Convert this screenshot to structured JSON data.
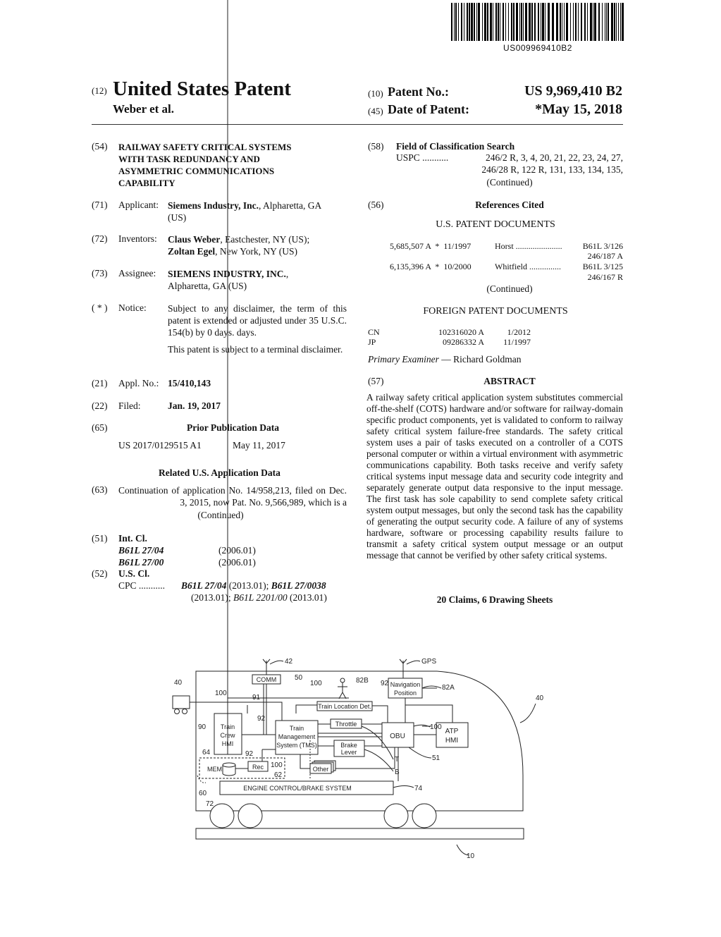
{
  "barcode": {
    "number": "US009969410B2"
  },
  "header": {
    "code12": "(12)",
    "title": "United States Patent",
    "authors": "Weber et al.",
    "code10": "(10)",
    "patent_no_label": "Patent No.:",
    "patent_no": "US 9,969,410 B2",
    "code45": "(45)",
    "date_label": "Date of Patent:",
    "date": "*May 15, 2018"
  },
  "left": {
    "f54": {
      "code": "(54)",
      "lines": [
        "RAILWAY SAFETY CRITICAL SYSTEMS",
        "WITH TASK REDUNDANCY AND",
        "ASYMMETRIC COMMUNICATIONS",
        "CAPABILITY"
      ]
    },
    "f71": {
      "code": "(71)",
      "label": "Applicant:",
      "name": "Siemens Industry, Inc.",
      "rest": ", Alpharetta, GA",
      "line2": "(US)"
    },
    "f72": {
      "code": "(72)",
      "label": "Inventors:",
      "name1": "Claus Weber",
      "rest1": ", Eastchester, NY (US);",
      "name2": "Zoltan Egel",
      "rest2": ", New York, NY (US)"
    },
    "f73": {
      "code": "(73)",
      "label": "Assignee:",
      "name": "SIEMENS INDUSTRY, INC.",
      "line2": "Alpharetta, GA (US)"
    },
    "notice": {
      "code": "( * )",
      "label": "Notice:",
      "p1": "Subject to any disclaimer, the term of this patent is extended or adjusted under 35 U.S.C. 154(b) by 0 days. days.",
      "p2": "This patent is subject to a terminal disclaimer."
    },
    "f21": {
      "code": "(21)",
      "label": "Appl. No.:",
      "value": "15/410,143"
    },
    "f22": {
      "code": "(22)",
      "label": "Filed:",
      "value": "Jan. 19, 2017"
    },
    "f65": {
      "code": "(65)",
      "heading": "Prior Publication Data",
      "pub": "US 2017/0129515 A1",
      "pub_date": "May 11, 2017"
    },
    "related": {
      "heading": "Related U.S. Application Data"
    },
    "f63": {
      "code": "(63)",
      "text": "Continuation of application No. 14/958,213, filed on Dec. 3, 2015, now Pat. No. 9,566,989, which is a",
      "continued": "(Continued)"
    },
    "f51": {
      "code": "(51)",
      "label": "Int. Cl.",
      "classes": [
        {
          "cls": "B61L 27/04",
          "ver": "(2006.01)"
        },
        {
          "cls": "B61L 27/00",
          "ver": "(2006.01)"
        }
      ]
    },
    "f52": {
      "code": "(52)",
      "label": "U.S. Cl.",
      "cpc_label": "CPC ...........",
      "c1": "B61L 27/04",
      "c1v": " (2013.01); ",
      "c2": "B61L 27/0038",
      "c3v": "(2013.01); ",
      "c3": "B61L 2201/00",
      "c3e": " (2013.01)"
    }
  },
  "right": {
    "f58": {
      "code": "(58)",
      "heading": "Field of Classification Search",
      "uspc_label": "USPC ...........",
      "line1": "246/2 R, 3, 4, 20, 21, 22, 23, 24, 27,",
      "line2": "246/28 R, 122 R, 131, 133, 134, 135,",
      "continued": "(Continued)"
    },
    "f56": {
      "code": "(56)",
      "heading": "References Cited",
      "us_heading": "U.S. PATENT DOCUMENTS",
      "us_refs": [
        {
          "no": "5,685,507 A  *  11/1997",
          "name": "Horst ......................",
          "cls": "B61L 3/126",
          "cls2": "246/187 A"
        },
        {
          "no": "6,135,396 A  *  10/2000",
          "name": "Whitfield ...............",
          "cls": "B61L 3/125",
          "cls2": "246/167 R"
        }
      ],
      "continued": "(Continued)",
      "foreign_heading": "FOREIGN PATENT DOCUMENTS",
      "foreign_refs": [
        {
          "country": "CN",
          "no": "102316020 A",
          "date": "1/2012"
        },
        {
          "country": "JP",
          "no": "09286332 A",
          "date": "11/1997"
        }
      ],
      "examiner_label": "Primary Examiner",
      "examiner": " — Richard Goldman"
    },
    "f57": {
      "code": "(57)",
      "heading": "ABSTRACT",
      "text": "A railway safety critical application system substitutes commercial off-the-shelf (COTS) hardware and/or software for railway-domain specific product components, yet is validated to conform to railway safety critical system failure-free standards. The safety critical system uses a pair of tasks executed on a controller of a COTS personal computer or within a virtual environment with asymmetric communications capability. Both tasks receive and verify safety critical systems input message data and security code integrity and separately generate output data responsive to the input message. The first task has sole capability to send complete safety critical system output messages, but only the second task has the capability of generating the output security code. A failure of any of systems hardware, software or processing capability results failure to transmit a safety critical system output message or an output message that cannot be verified by other safety critical systems."
    },
    "claims": "20 Claims, 6 Drawing Sheets"
  },
  "drawing": {
    "comm": "COMM",
    "nav1": "Navigation",
    "nav2": "Position",
    "tld": "Train Location Det.",
    "hmi1": "Train",
    "hmi2": "Crew",
    "hmi3": "HMI",
    "tms1": "Train",
    "tms2": "Management",
    "tms3": "System (TMS)",
    "throttle": "Throttle",
    "brake1": "Brake",
    "brake2": "Lever",
    "obu": "OBU",
    "atp1": "ATP",
    "atp2": "HMI",
    "mem": "MEM",
    "rec": "Rec",
    "other": "Other",
    "engine": "ENGINE CONTROL/BRAKE SYSTEM",
    "refs": {
      "r42": "42",
      "gps": "GPS",
      "r40a": "40",
      "r100a": "100",
      "r91": "91",
      "r92a": "92",
      "r90": "90",
      "r64": "64",
      "r92b": "92",
      "r100b": "100",
      "r62": "62",
      "r60": "60",
      "r72": "72",
      "r50": "50",
      "r100c": "100",
      "r82b": "82B",
      "r92c": "92",
      "r82a": "82A",
      "r40b": "40",
      "r100d": "100",
      "r51": "51",
      "rt": "T",
      "rb": "B",
      "r74": "74",
      "r10": "10"
    }
  }
}
